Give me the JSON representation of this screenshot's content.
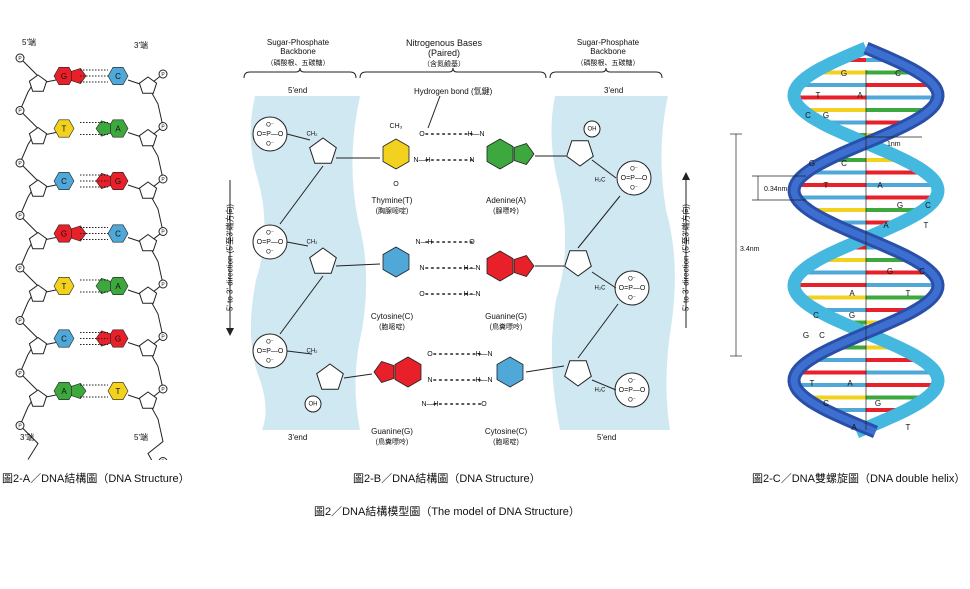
{
  "panel_a": {
    "top_left": "5'端",
    "top_right": "3'端",
    "bottom_left": "3'端",
    "bottom_right": "5'端",
    "phosphate": "P",
    "pairs": [
      {
        "left": "G",
        "right": "C"
      },
      {
        "left": "T",
        "right": "A"
      },
      {
        "left": "C",
        "right": "G"
      },
      {
        "left": "G",
        "right": "C"
      },
      {
        "left": "T",
        "right": "A"
      },
      {
        "left": "C",
        "right": "G"
      },
      {
        "left": "A",
        "right": "T"
      }
    ],
    "caption": "圖2-A／DNA結構圖（DNA Structure）"
  },
  "panel_b": {
    "header_left_title": "Sugar-Phosphate\nBackbone",
    "header_left_sub": "（磷酸根、五碳糖）",
    "header_mid_title": "Nitrogenous Bases\n(Paired)",
    "header_mid_sub": "（含氮鹼基）",
    "header_right_title": "Sugar-Phosphate\nBackbone",
    "header_right_sub": "（磷酸根、五碳糖）",
    "left_top_end": "5'end",
    "left_bottom_end": "3'end",
    "right_top_end": "3'end",
    "right_bottom_end": "5'end",
    "hydrogen_bond": "Hydrogen bond",
    "hydrogen_bond_zh": "(氫鍵)",
    "left_direction": "5' to 3' direction (5'至3'端方向)",
    "right_direction": "5' to 3' direction (5'至3'端方向)",
    "labels": {
      "thymine": "Thymine(T)",
      "thymine_zh": "(胸腺嘧啶)",
      "adenine": "Adenine(A)",
      "adenine_zh": "(腺嘌呤)",
      "cytosine1": "Cytosine(C)",
      "cytosine1_zh": "(胞嘧啶)",
      "guanine1": "Guanine(G)",
      "guanine1_zh": "(鳥糞嘌呤)",
      "guanine2": "Guanine(G)",
      "guanine2_zh": "(鳥糞嘌呤)",
      "cytosine2": "Cytosine(C)",
      "cytosine2_zh": "(胞嘧啶)"
    },
    "caption": "圖2-B／DNA結構圖（DNA Structure）"
  },
  "panel_c": {
    "nm1": "1nm",
    "nm034": "0.34nm",
    "nm34": "3.4nm",
    "caption": "圖2-C／DNA雙螺旋圖（DNA double helix）"
  },
  "main_caption": "圖2／DNA結構模型圖（The model of DNA Structure）",
  "colors": {
    "G": "#e8202a",
    "C": "#4fa8d8",
    "T": "#f2d21e",
    "A": "#3da83d",
    "backbone_bg": "#cfe8f2",
    "helix_dark": "#2a4fa8",
    "helix_light": "#45b8e0"
  }
}
